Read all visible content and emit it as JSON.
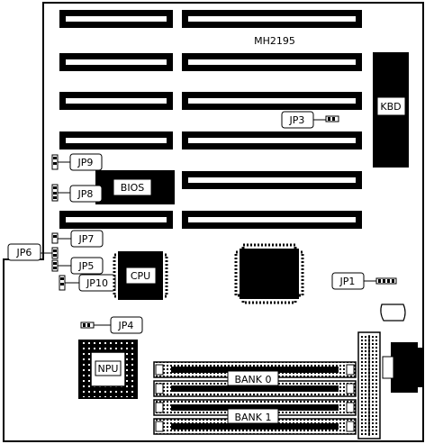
{
  "board": {
    "model": "MH2195",
    "labels": {
      "kbd": "KBD",
      "bios": "BIOS",
      "cpu": "CPU",
      "npu": "NPU",
      "bank0": "BANK 0",
      "bank1": "BANK 1"
    },
    "jumpers": {
      "jp1": "JP1",
      "jp3": "JP3",
      "jp4": "JP4",
      "jp5": "JP5",
      "jp6": "JP6",
      "jp7": "JP7",
      "jp8": "JP8",
      "jp9": "JP9",
      "jp10": "JP10"
    }
  }
}
